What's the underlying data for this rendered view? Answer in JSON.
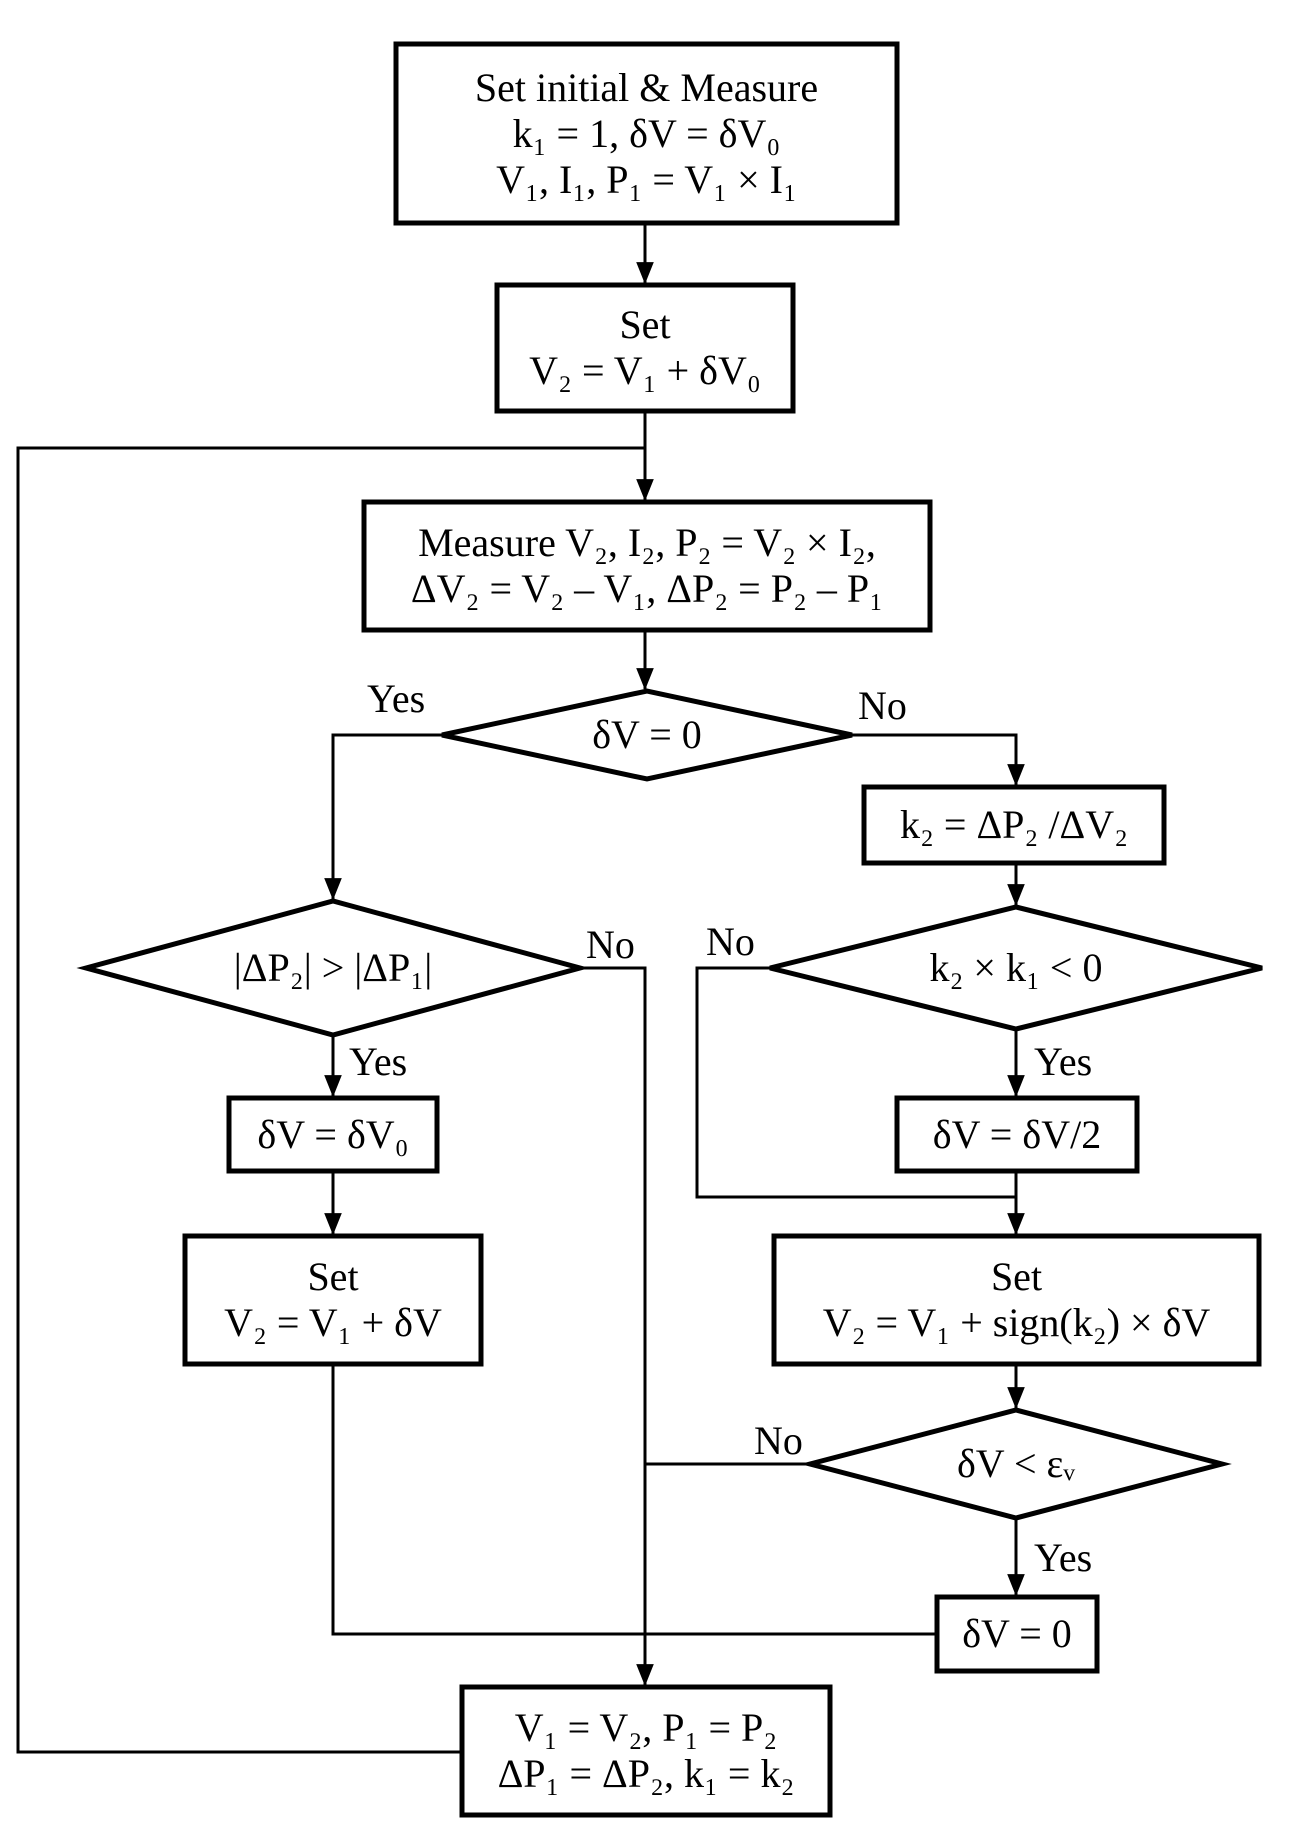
{
  "nodes": {
    "init": {
      "lines": [
        "Set initial & Measure",
        "k₁ = 1, δV = δV₀",
        "V₁, I₁, P₁ = V₁ × I₁"
      ]
    },
    "set_v2_initial": {
      "lines": [
        "Set",
        "V₂ = V₁ + δV₀"
      ]
    },
    "measure": {
      "lines": [
        "Measure V₂, I₂, P₂ = V₂ × I₂,",
        "ΔV₂ = V₂ – V₁, ΔP₂ = P₂ – P₁"
      ]
    },
    "dv_zero_check": {
      "lines": [
        "δV = 0"
      ]
    },
    "k2_calc": {
      "lines": [
        "k₂ = ΔP₂ /ΔV₂"
      ]
    },
    "dp_compare": {
      "lines": [
        "|ΔP₂| > |ΔP₁|"
      ]
    },
    "k_product_check": {
      "lines": [
        "k₂ × k₁ < 0"
      ]
    },
    "dv_reset": {
      "lines": [
        "δV = δV₀"
      ]
    },
    "dv_half": {
      "lines": [
        "δV = δV/2"
      ]
    },
    "set_v2_left": {
      "lines": [
        "Set",
        "V₂ = V₁ + δV"
      ]
    },
    "set_v2_right": {
      "lines": [
        "Set",
        "V₂ = V₁ + sign(k₂) × δV"
      ]
    },
    "dv_eps_check": {
      "lines": [
        "δV < εᵥ"
      ]
    },
    "dv_set_zero": {
      "lines": [
        "δV = 0"
      ]
    },
    "update": {
      "lines": [
        "V₁ = V₂, P₁ = P₂",
        "ΔP₁ = ΔP₂, k₁ = k₂"
      ]
    }
  },
  "edge_labels": {
    "dv_zero_yes": "Yes",
    "dv_zero_no": "No",
    "dp_compare_no": "No",
    "dp_compare_yes": "Yes",
    "k_product_no": "No",
    "k_product_yes": "Yes",
    "dv_eps_no": "No",
    "dv_eps_yes": "Yes"
  }
}
